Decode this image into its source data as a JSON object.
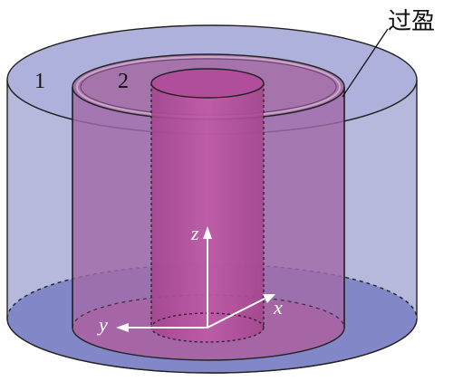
{
  "labels": {
    "outer": "1",
    "inner": "2",
    "interference": "过盈"
  },
  "axes": {
    "z": "z",
    "x": "x",
    "y": "y"
  },
  "colors": {
    "outer_ring": "#a9acd6",
    "outer_bottom": "#7c83c4",
    "inner_ring": "#a26aa8",
    "inner_bottom": "#b4529a",
    "bore": "#b14e9c",
    "axis": "#ffffff",
    "outline": "#222222"
  }
}
